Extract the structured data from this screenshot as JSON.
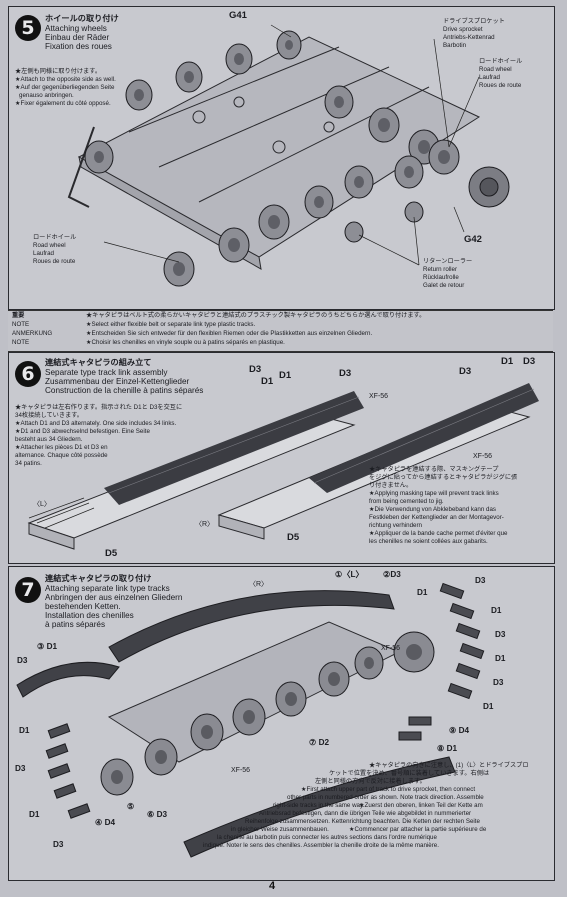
{
  "page_number": "4",
  "step5": {
    "number": "5",
    "title_jp": "ホイールの取り付け",
    "title_en": "Attaching wheels",
    "title_de": "Einbau der Räder",
    "title_fr": "Fixation des roues",
    "side_note_jp": "★左側も同様に取り付けます。",
    "side_note_en": "★Attach to the opposite side as well.",
    "side_note_de1": "★Auf der gegenüberliegenden Seite",
    "side_note_de2": "genauso anbringen.",
    "side_note_fr": "★Fixer également du côté opposé.",
    "part_g41": "G41",
    "part_g42": "G42",
    "drive_sprocket_jp": "ドライブスプロケット",
    "drive_sprocket_en": "Drive sprocket",
    "drive_sprocket_de": "Antriebs-Kettenrad",
    "drive_sprocket_fr": "Barbotin",
    "road_wheel_jp": "ロードホイール",
    "road_wheel_en": "Road wheel",
    "road_wheel_de": "Laufrad",
    "road_wheel_fr": "Roues de route",
    "road_wheel2_jp": "ロードホイール",
    "road_wheel2_en": "Road wheel",
    "road_wheel2_de": "Laufrad",
    "road_wheel2_fr": "Roues de route",
    "return_roller_jp": "リターンローラー",
    "return_roller_en": "Return roller",
    "return_roller_de": "Rücklaufrolle",
    "return_roller_fr": "Galet de retour"
  },
  "note": {
    "label_jp": "重要",
    "label_en": "NOTE",
    "label_de": "ANMERKUNG",
    "label_fr": "NOTE",
    "line_jp": "★キャタピラはベルト式の柔らかいキャタピラと連結式のプラスチック製キャタピラのうちどちらか選んで取り付けます。",
    "line_en": "★Select either flexible belt or separate link type plastic tracks.",
    "line_de": "★Entscheiden Sie sich entweder für den flexiblen Riemen oder die Plastikketten aus einzelnen Gliedern.",
    "line_fr": "★Choisir les chenilles en vinyle souple ou à patins séparés en plastique."
  },
  "step6": {
    "number": "6",
    "title_jp": "連結式キャタピラの組み立て",
    "title_en": "Separate type track link assembly",
    "title_de": "Zusammenbau der Einzel-Kettenglieder",
    "title_fr": "Construction de la chenille à patins séparés",
    "instr_jp1": "★キャタピラは左右作ります。指示された D1と D3を交互に",
    "instr_jp2": "34枚接続していきます。",
    "instr_en1": "★Attach D1 and D3 alternately. One side includes 34 links.",
    "instr_de1": "★D1 and D3 abwechselnd befestigen. Eine Seite",
    "instr_de2": "besteht aus 34 Gliedern.",
    "instr_fr1": "★Attacher les pièces D1 et D3 en",
    "instr_fr2": "alternance. Chaque côté possède",
    "instr_fr3": "34 patins.",
    "left_label": "〈L〉",
    "right_label": "〈R〉",
    "d1": "D1",
    "d3": "D3",
    "d5": "D5",
    "xf56": "XF-56",
    "tape_jp1": "★キャタピラを連結する際、マスキングテープ",
    "tape_jp2": "をジグに貼ってから連結するとキャタピラがジグに張",
    "tape_jp3": "り付きません。",
    "tape_en1": "★Applying masking tape will prevent track links",
    "tape_en2": "from being cemented to jig.",
    "tape_de1": "★Die Verwendung von Abklebeband kann das",
    "tape_de2": "Festkleben der Kettenglieder an der Montagevor-",
    "tape_de3": "richtung verhindern",
    "tape_fr1": "★Appliquer de la bande cache permet d'éviter que",
    "tape_fr2": "les chenilles ne soient collées aux gabarits."
  },
  "step7": {
    "number": "7",
    "title_jp": "連結式キャタピラの取り付け",
    "title_en": "Attaching separate link type tracks",
    "title_de1": "Anbringen der aus einzelnen Gliedern",
    "title_de2": "bestehenden Ketten.",
    "title_fr1": "Installation des chenilles",
    "title_fr2": "à patins séparés",
    "right_label": "〈R〉",
    "seq1": "①〈L〉",
    "seq2": "②D3",
    "seq3": "③ D1",
    "seq4": "④ D4",
    "seq5": "⑤",
    "seq6": "⑥ D3",
    "seq7": "⑦ D2",
    "seq8": "⑧ D1",
    "seq9": "⑨ D4",
    "d1": "D1",
    "d3": "D3",
    "xf56": "XF-56",
    "instr_jp1": "★キャタピラの向きに注意し、(1)〈L〉とドライブスプロ",
    "instr_jp2": "ケットで位置を決め、番号順に装着していきます。右側は",
    "instr_jp3": "左側と同様の方向で反対に接着します。",
    "instr_en1": "★First attach upper part of track to drive sprocket, then connect",
    "instr_en2": "other parts in numbered order as shown. Note track direction. Assemble",
    "instr_en3": "right-side tracks in the same way.",
    "instr_de1": "★Zuerst den oberen, linken Teil der Kette am",
    "instr_de2": "Antriebsrad befestigen, dann die übrigen Teile wie abgebildet in nummerierter",
    "instr_de3": "Reihenfolge zusammensetzen. Kettenrichtung beachten. Die Ketten der rechten Seite",
    "instr_de4": "in gleicher Weise zusammenbauen.",
    "instr_fr1": "★Commencer par attacher la partie supérieure de",
    "instr_fr2": "la chenille au barbotin puis connecter les autres sections dans l'ordre numérique",
    "instr_fr3": "indiqué. Noter le sens des chenilles. Assembler la chenille droite de la même manière."
  }
}
